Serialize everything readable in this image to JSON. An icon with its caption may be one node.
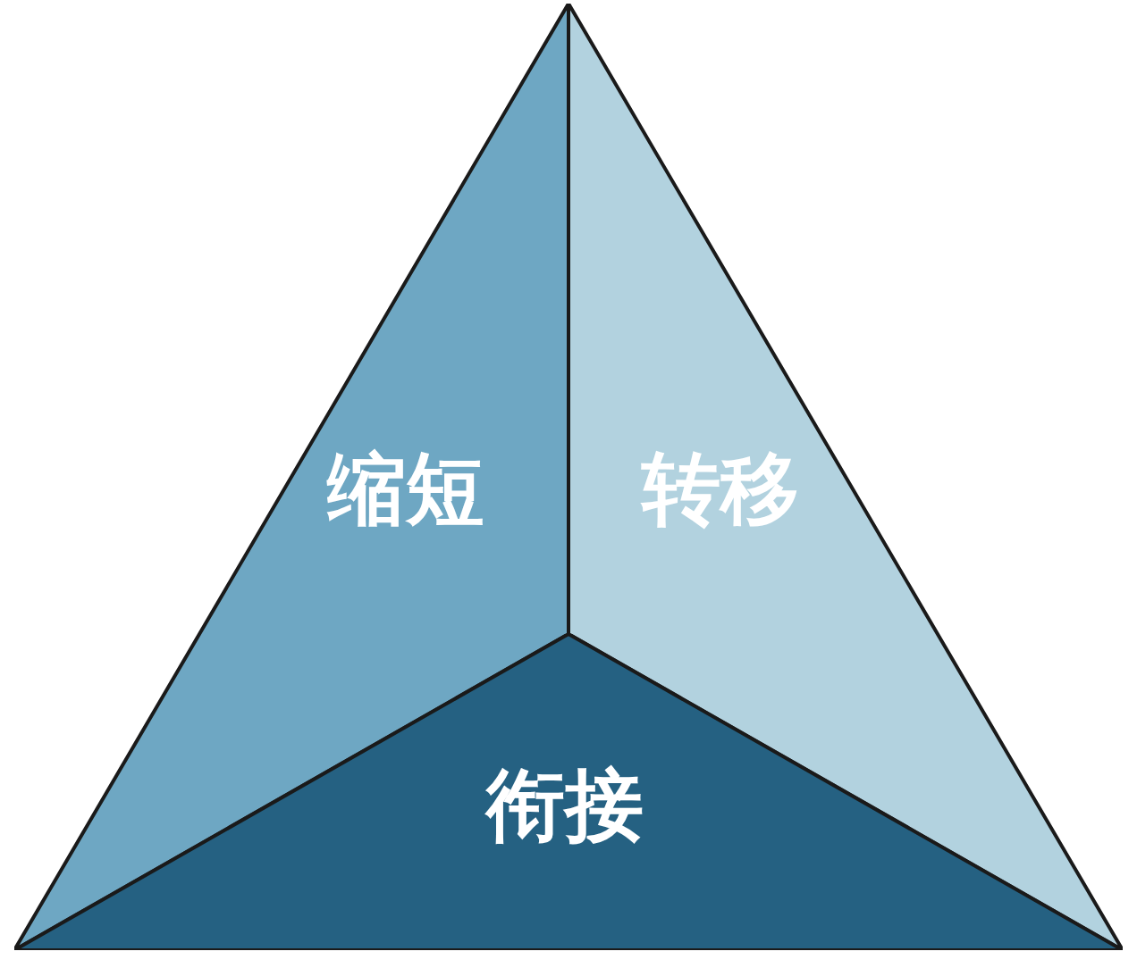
{
  "diagram": {
    "nodes": [
      {
        "text": [
          "缩短"
        ]
      },
      {
        "text": [
          "转移"
        ]
      },
      {
        "text": [
          "衔接"
        ]
      }
    ]
  }
}
